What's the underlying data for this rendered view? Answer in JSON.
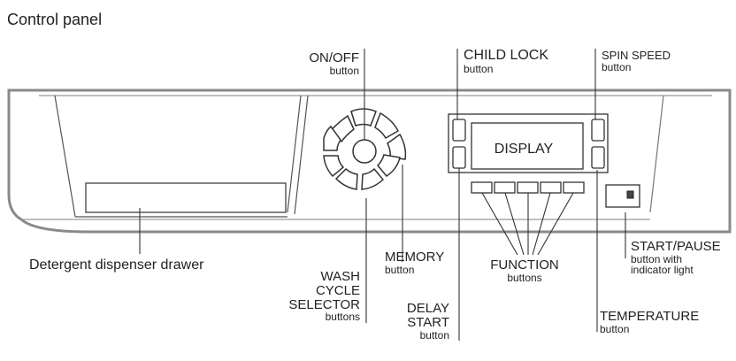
{
  "title": "Control panel",
  "display_text": "DISPLAY",
  "labels": {
    "onoff_title": "ON/OFF",
    "onoff_sub": "button",
    "childlock_title": "CHILD LOCK",
    "childlock_sub": "button",
    "spinspeed_title": "SPIN SPEED",
    "spinspeed_sub": "button",
    "detergent": "Detergent dispenser drawer",
    "wash_line1": "WASH",
    "wash_line2": "CYCLE",
    "wash_line3": "SELECTOR",
    "wash_sub": "buttons",
    "memory_title": "MEMORY",
    "memory_sub": "button",
    "delay_line1": "DELAY",
    "delay_line2": "START",
    "delay_sub": "button",
    "function_title": "FUNCTION",
    "function_sub": "buttons",
    "startpause_title": "START/PAUSE",
    "startpause_sub1": "button with",
    "startpause_sub2": "indicator light",
    "temperature_title": "TEMPERATURE",
    "temperature_sub": "button"
  }
}
